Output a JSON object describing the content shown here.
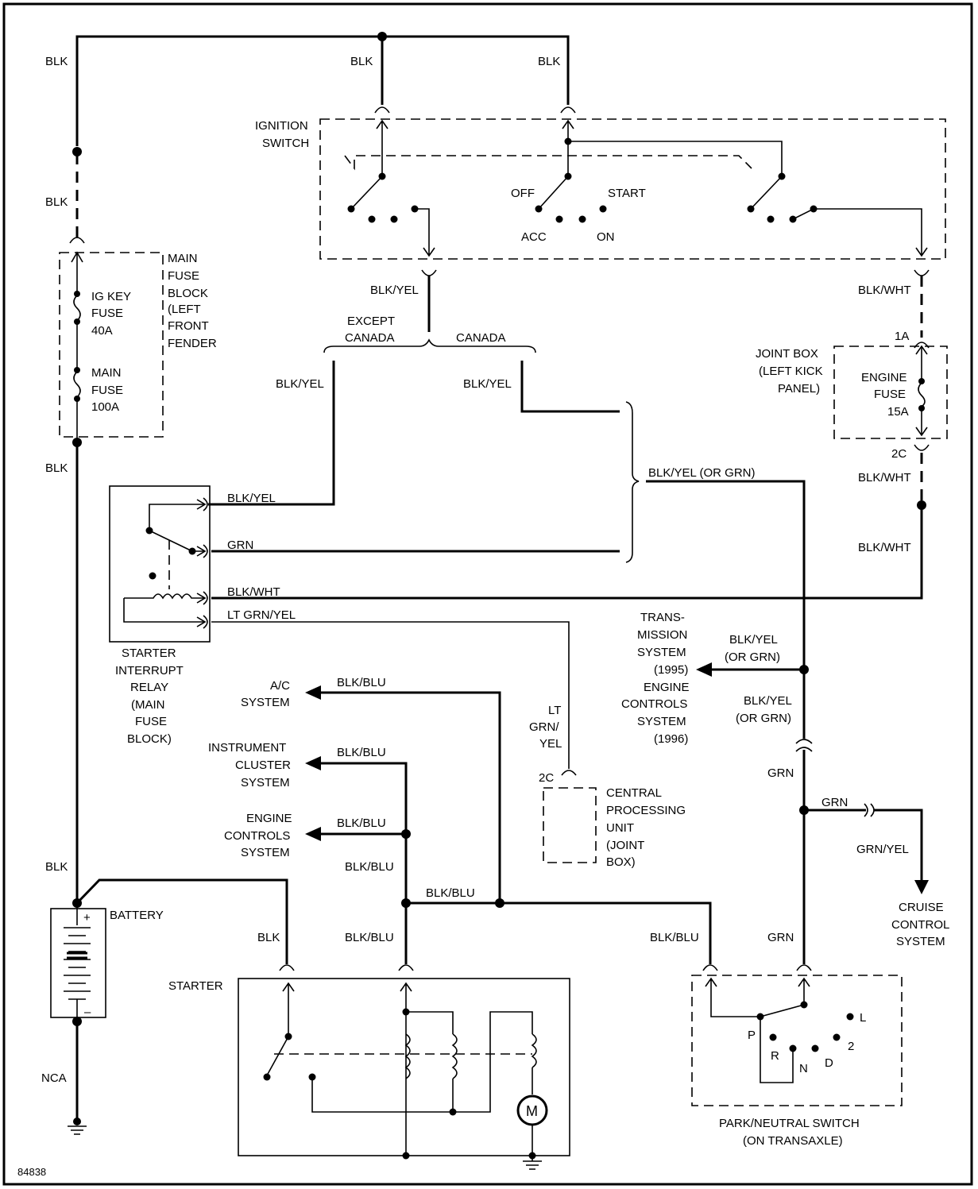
{
  "colors": {
    "line": "#000000",
    "background": "#ffffff"
  },
  "figure_id": "84838",
  "components": {
    "ignition_switch": [
      "IGNITION",
      "SWITCH"
    ],
    "ignition_positions": {
      "off": "OFF",
      "start": "START",
      "acc": "ACC",
      "on": "ON"
    },
    "main_fuse_block": [
      "MAIN",
      "FUSE",
      "BLOCK",
      "(LEFT",
      "FRONT",
      "FENDER"
    ],
    "ig_key_fuse": [
      "IG KEY",
      "FUSE",
      "40A"
    ],
    "main_fuse": [
      "MAIN",
      "FUSE",
      "100A"
    ],
    "joint_box": [
      "JOINT BOX",
      "(LEFT KICK",
      "PANEL)"
    ],
    "engine_fuse": [
      "ENGINE",
      "FUSE",
      "15A"
    ],
    "starter_interrupt_relay": [
      "STARTER",
      "INTERRUPT",
      "RELAY",
      "(MAIN",
      "FUSE",
      "BLOCK)"
    ],
    "battery": "BATTERY",
    "battery_plus": "+",
    "battery_minus": "–",
    "starter": "STARTER",
    "motor": "M",
    "cpu": [
      "CENTRAL",
      "PROCESSING",
      "UNIT",
      "(JOINT",
      "BOX)"
    ],
    "pn_switch": [
      "PARK/NEUTRAL SWITCH",
      "(ON TRANSAXLE)"
    ],
    "gear_positions": {
      "p": "P",
      "r": "R",
      "n": "N",
      "d": "D",
      "two": "2",
      "l": "L"
    },
    "ac_system": [
      "A/C",
      "SYSTEM"
    ],
    "instrument_cluster": [
      "INSTRUMENT",
      "CLUSTER",
      "SYSTEM"
    ],
    "engine_controls_left": [
      "ENGINE",
      "CONTROLS",
      "SYSTEM"
    ],
    "transmission_system": [
      "TRANS-",
      "MISSION",
      "SYSTEM",
      "(1995)",
      "ENGINE",
      "CONTROLS",
      "SYSTEM",
      "(1996)"
    ],
    "cruise_control": [
      "CRUISE",
      "CONTROL",
      "SYSTEM"
    ]
  },
  "wires": {
    "blk": "BLK",
    "blk_yel": "BLK/YEL",
    "blk_wht": "BLK/WHT",
    "blk_blu": "BLK/BLU",
    "grn": "GRN",
    "grn_yel": "GRN/YEL",
    "lt_grn_yel": "LT GRN/YEL",
    "lt_grn_yel_vertical": [
      "LT",
      "GRN/",
      "YEL"
    ],
    "blk_yel_or_grn": "BLK/YEL (OR GRN)",
    "blk_yel_or_grn_split": [
      "BLK/YEL",
      "(OR GRN)"
    ],
    "nca": "NCA",
    "except_canada": [
      "EXCEPT",
      "CANADA"
    ],
    "canada": "CANADA"
  },
  "connectors": {
    "c1a": "1A",
    "c2c": "2C"
  }
}
